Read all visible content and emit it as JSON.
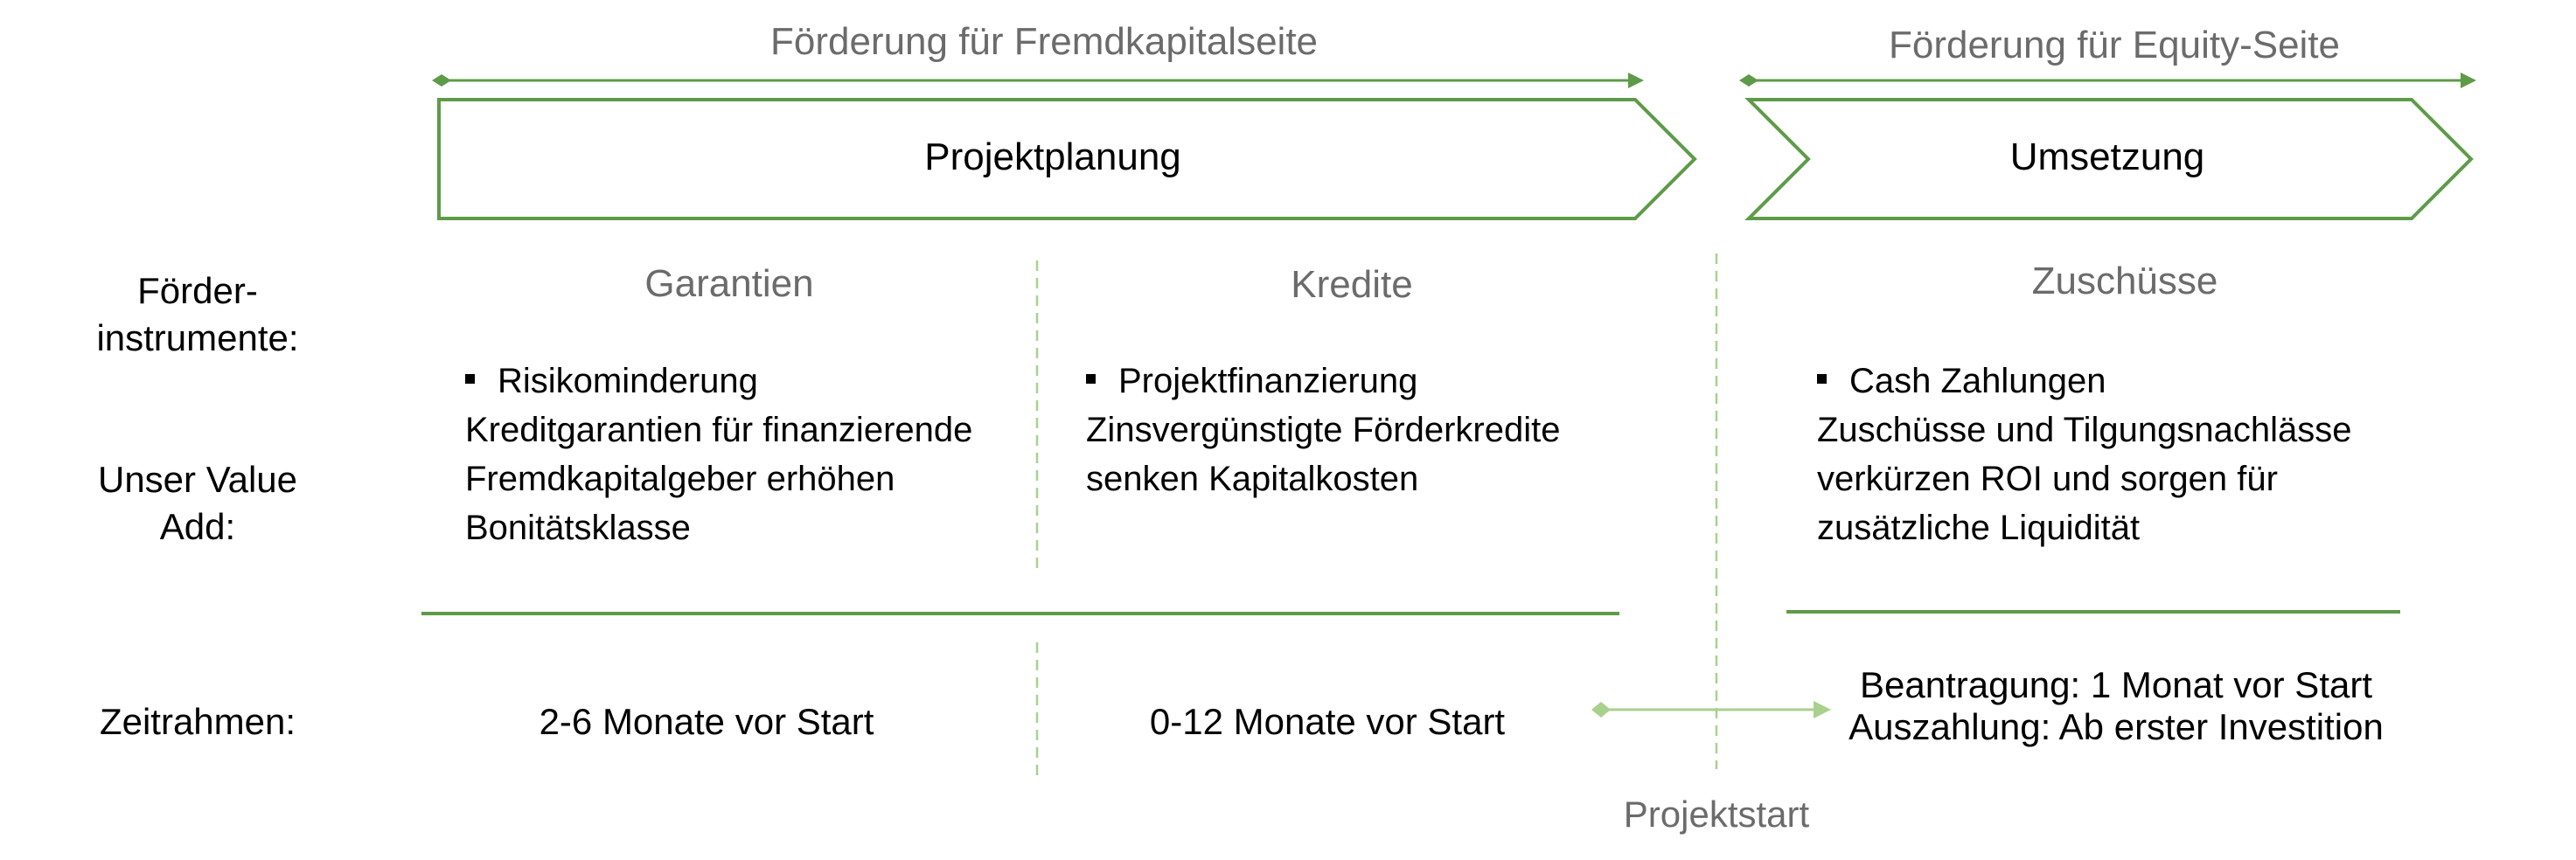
{
  "headers": {
    "debt_side": "Förderung für Fremdkapitalseite",
    "equity_side": "Förderung für Equity-Seite"
  },
  "phases": {
    "planning": "Projektplanung",
    "implementation": "Umsetzung"
  },
  "row_labels": {
    "instruments": [
      "Förder-",
      "instrumente:"
    ],
    "value_add": [
      "Unser Value",
      "Add:"
    ],
    "timeframe": "Zeitrahmen:"
  },
  "columns": [
    {
      "title": "Garantien",
      "bullet": "Risikominderung",
      "lines": [
        "Kreditgarantien für finanzierende",
        "Fremdkapitalgeber erhöhen",
        "Bonitätsklasse"
      ],
      "timeframe": [
        "2-6 Monate vor Start"
      ]
    },
    {
      "title": "Kredite",
      "bullet": "Projektfinanzierung",
      "lines": [
        "Zinsvergünstigte Förderkredite",
        "senken Kapitalkosten"
      ],
      "timeframe": [
        "0-12 Monate vor Start"
      ]
    },
    {
      "title": "Zuschüsse",
      "bullet": "Cash Zahlungen",
      "lines": [
        "Zuschüsse und Tilgungsnachlässe",
        "verkürzen ROI und sorgen für",
        "zusätzliche Liquidität"
      ],
      "timeframe": [
        "Beantragung: 1 Monat vor Start",
        "Auszahlung: Ab erster Investition"
      ]
    }
  ],
  "milestone": "Projektstart",
  "colors": {
    "green": "#5e9b48",
    "light_green": "#a9d18e",
    "gray_text": "#6b6b6b"
  }
}
